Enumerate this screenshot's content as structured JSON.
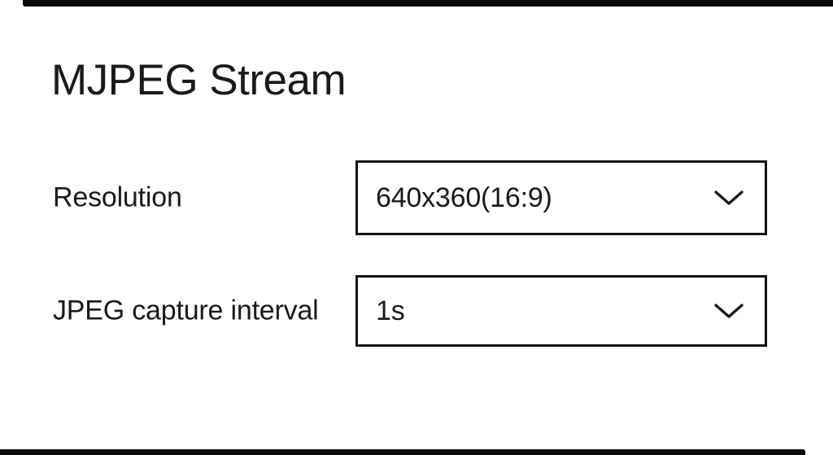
{
  "page": {
    "title": "MJPEG Stream"
  },
  "form": {
    "fields": [
      {
        "name": "resolution",
        "label": "Resolution",
        "value": "640x360(16:9)",
        "icon": "chevron-down-icon"
      },
      {
        "name": "jpeg-capture-interval",
        "label": "JPEG capture interval",
        "value": "1s",
        "icon": "chevron-down-icon"
      }
    ]
  },
  "colors": {
    "bg": "#ffffff",
    "text": "#1a1a1a",
    "border": "#141414",
    "edge": "#0a0a0a"
  }
}
